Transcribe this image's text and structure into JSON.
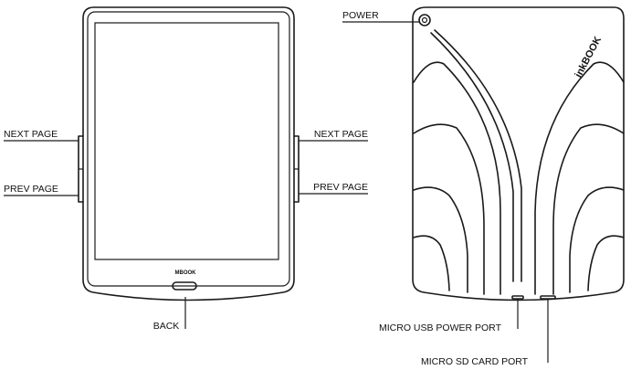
{
  "front": {
    "brand_text": "MBOOK",
    "labels": {
      "next_page_left": "NEXT PAGE",
      "prev_page_left": "PREV PAGE",
      "next_page_right": "NEXT PAGE",
      "prev_page_right": "PREV PAGE",
      "back": "BACK"
    }
  },
  "rear": {
    "brand_text": "inkBOOK",
    "labels": {
      "power": "POWER",
      "micro_usb": "MICRO USB POWER PORT",
      "micro_sd": "MICRO SD CARD PORT"
    }
  }
}
